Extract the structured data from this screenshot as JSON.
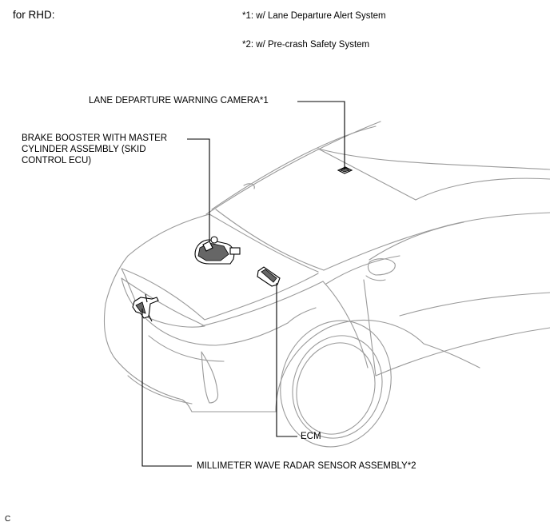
{
  "title": "for RHD:",
  "footnotes": {
    "note1": "*1: w/ Lane Departure Alert System",
    "note2": "*2: w/ Pre-crash Safety System"
  },
  "labels": {
    "camera": "LANE DEPARTURE WARNING CAMERA*1",
    "brake_booster": "BRAKE BOOSTER WITH MASTER CYLINDER ASSEMBLY (SKID CONTROL ECU)",
    "ecm": "ECM",
    "radar": "MILLIMETER WAVE RADAR SENSOR ASSEMBLY*2"
  },
  "figure_code": "C"
}
